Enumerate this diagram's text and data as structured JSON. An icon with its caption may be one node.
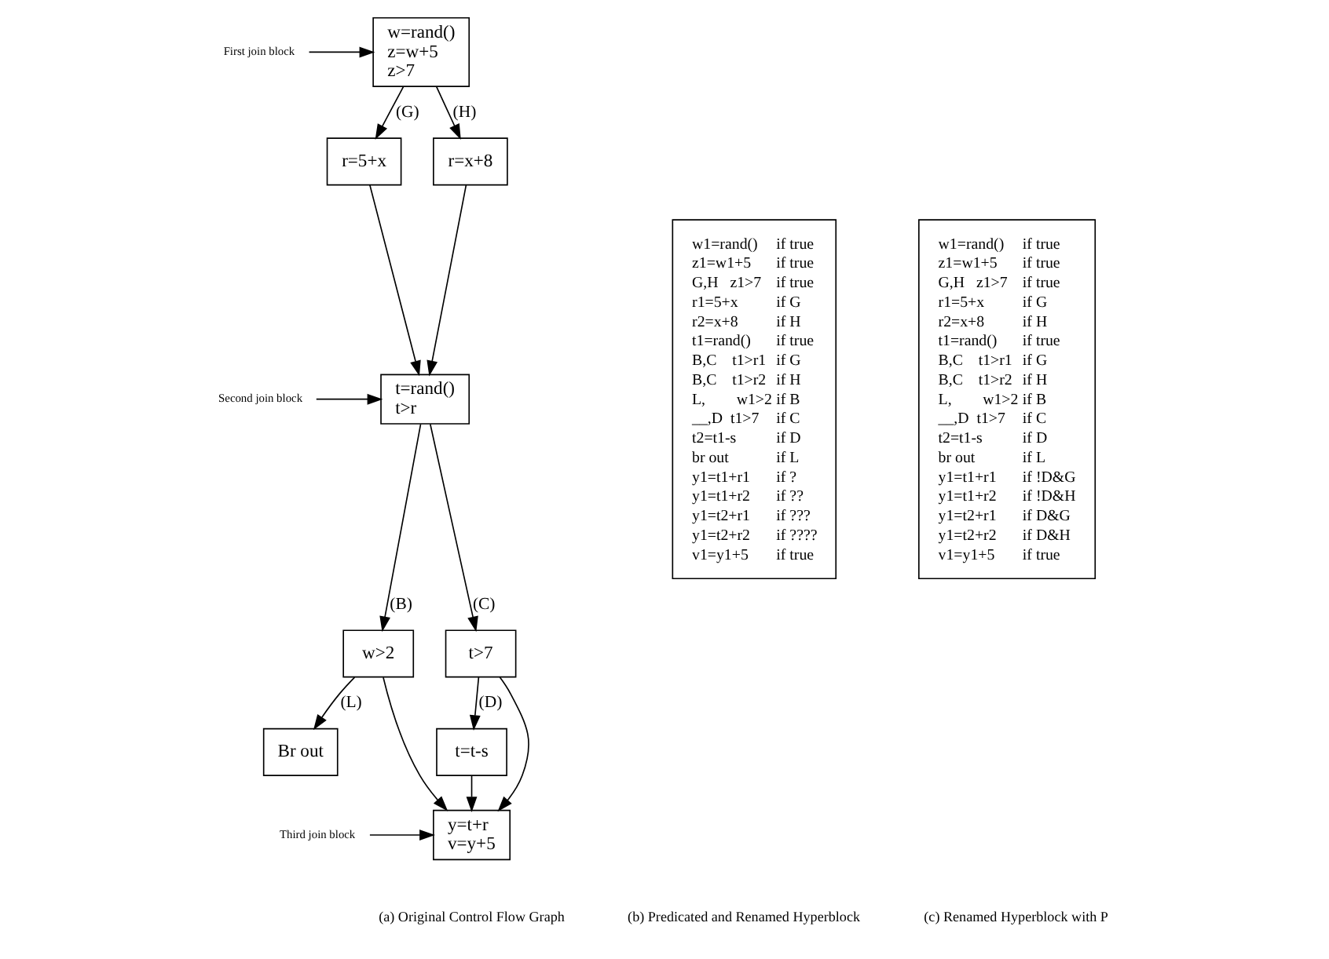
{
  "diagram": {
    "nodes": [
      {
        "text": [
          "First join block"
        ]
      },
      {
        "text": [
          "w=rand()",
          "z=w+5",
          "z>7"
        ]
      },
      {
        "text": [
          "r=5+x"
        ]
      },
      {
        "text": [
          "r=x+8"
        ]
      },
      {
        "text": [
          "Second join block"
        ]
      },
      {
        "text": [
          "t=rand()",
          "t>r"
        ]
      },
      {
        "text": [
          "w>2"
        ]
      },
      {
        "text": [
          "t>7"
        ]
      },
      {
        "text": [
          "Br out"
        ]
      },
      {
        "text": [
          "t=t-s"
        ]
      },
      {
        "text": [
          "Third join block"
        ]
      },
      {
        "text": [
          "y=t+r",
          "v=y+5"
        ]
      },
      {
        "text": [
          "w1=rand()",
          "if true",
          "z1=w1+5",
          "if true",
          "G,H   z1>7",
          "if true",
          "r1=5+x",
          "if G",
          "r2=x+8",
          "if H",
          "t1=rand()",
          "if true",
          "B,C    t1>r1",
          "if G",
          "B,C    t1>r2",
          "if H",
          "L,        w1>2",
          "if B",
          "__,D  t1>7",
          "if C",
          "t2=t1-s",
          "if D",
          "br out",
          "if L",
          "y1=t1+r1",
          "if ?",
          "y1=t1+r2",
          "if ??",
          "y1=t2+r1",
          "if ???",
          "y1=t2+r2",
          "if ????",
          "v1=y1+5",
          "if true"
        ]
      },
      {
        "text": [
          "w1=rand()",
          "if true",
          "z1=w1+5",
          "if true",
          "G,H   z1>7",
          "if true",
          "r1=5+x",
          "if G",
          "r2=x+8",
          "if H",
          "t1=rand()",
          "if true",
          "B,C    t1>r1",
          "if G",
          "B,C    t1>r2",
          "if H",
          "L,        w1>2",
          "if B",
          "__,D  t1>7",
          "if C",
          "t2=t1-s",
          "if D",
          "br out",
          "if L",
          "y1=t1+r1",
          "if !D&G",
          "y1=t1+r2",
          "if !D&H",
          "y1=t2+r1",
          "if D&G",
          "y1=t2+r2",
          "if D&H",
          "v1=y1+5",
          "if true"
        ]
      }
    ],
    "edges": [
      {
        "from": 0,
        "to": 1,
        "arrow": "to"
      },
      {
        "from": 1,
        "to": 2,
        "arrow": "to",
        "label": "(G)"
      },
      {
        "from": 1,
        "to": 3,
        "arrow": "to",
        "label": "(H)"
      },
      {
        "from": 2,
        "to": 5,
        "arrow": "to"
      },
      {
        "from": 3,
        "to": 5,
        "arrow": "to"
      },
      {
        "from": 4,
        "to": 5,
        "arrow": "to"
      },
      {
        "from": 5,
        "to": 6,
        "arrow": "to",
        "label": "(B)"
      },
      {
        "from": 5,
        "to": 7,
        "arrow": "to",
        "label": "(C)"
      },
      {
        "from": 6,
        "to": 8,
        "arrow": "to",
        "label": "(L)"
      },
      {
        "from": 6,
        "to": 11,
        "arrow": "to"
      },
      {
        "from": 7,
        "to": 11,
        "arrow": "to"
      },
      {
        "from": 7,
        "to": 9,
        "arrow": "to",
        "label": "(D)"
      },
      {
        "from": 9,
        "to": 11,
        "arrow": "to"
      },
      {
        "from": 10,
        "to": 11,
        "arrow": "to"
      }
    ],
    "labels": [
      "(a) Original Control Flow Graph",
      "(b) Predicated and Renamed Hyperblock",
      "(c) Renamed Hyperblock with P"
    ]
  }
}
